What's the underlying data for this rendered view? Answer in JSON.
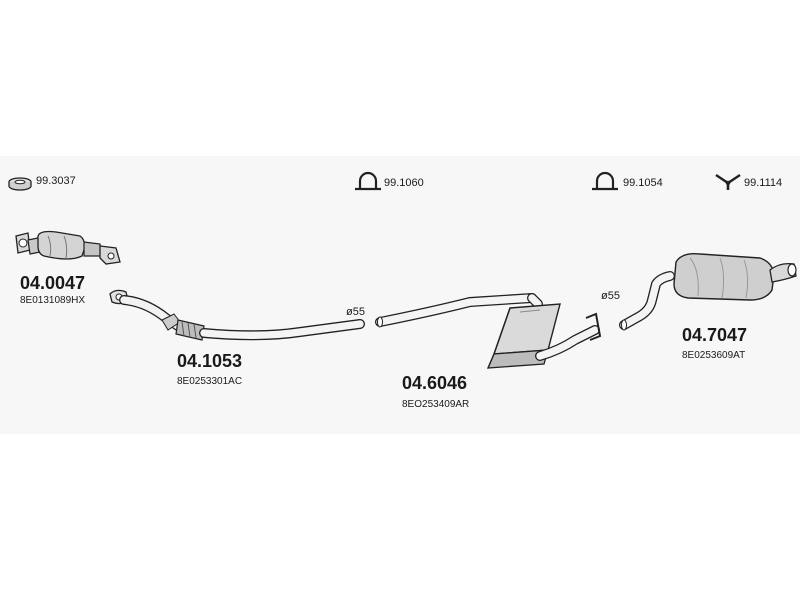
{
  "accessories": [
    {
      "code": "99.3037",
      "icon": "rubber-ring-icon"
    },
    {
      "code": "99.1060",
      "icon": "u-clamp-icon"
    },
    {
      "code": "99.1054",
      "icon": "u-clamp-icon"
    },
    {
      "code": "99.1114",
      "icon": "y-hanger-icon"
    }
  ],
  "parts": [
    {
      "code": "04.0047",
      "oem": "8E0131089HX"
    },
    {
      "code": "04.1053",
      "oem": "8E0253301AC"
    },
    {
      "code": "04.6046",
      "oem": "8EO253409AR"
    },
    {
      "code": "04.7047",
      "oem": "8E0253609AT"
    }
  ],
  "diameters": [
    "ø55",
    "ø55"
  ]
}
